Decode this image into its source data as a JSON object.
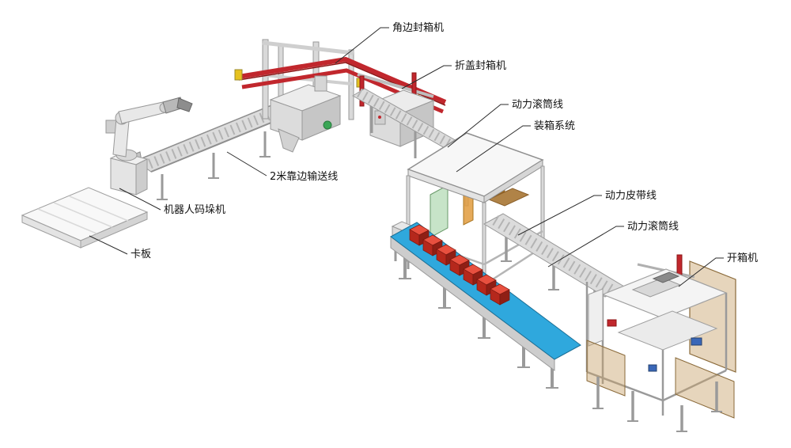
{
  "figure": {
    "background": "#ffffff",
    "labels": [
      {
        "id": "corner-sealer",
        "text": "角边封箱机"
      },
      {
        "id": "flap-sealer",
        "text": "折盖封箱机"
      },
      {
        "id": "roller-line-1",
        "text": "动力滚筒线"
      },
      {
        "id": "packing-system",
        "text": "装箱系统"
      },
      {
        "id": "belt-line",
        "text": "动力皮带线"
      },
      {
        "id": "roller-line-2",
        "text": "动力滚筒线"
      },
      {
        "id": "erector",
        "text": "开箱机"
      },
      {
        "id": "conveyor-2m",
        "text": "2米靠边输送线"
      },
      {
        "id": "robot-palletizer",
        "text": "机器人码垛机"
      },
      {
        "id": "pallet",
        "text": "卡板"
      }
    ],
    "colors": {
      "machine_red": "#c1272d",
      "belt_blue": "#2fa8dd",
      "carton_orange": "#e09b3d",
      "carton_red": "#b5281c",
      "panel_tan": "#c8a26b",
      "frame_gray": "#c9c9c9",
      "safety_green": "#3aa655",
      "background": "#ffffff"
    }
  }
}
